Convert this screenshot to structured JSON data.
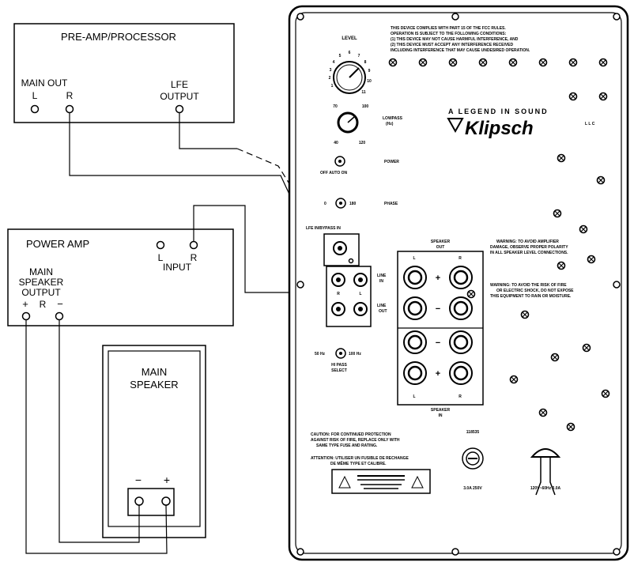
{
  "preamp": {
    "title": "PRE-AMP/PROCESSOR",
    "main_out": "MAIN OUT",
    "l": "L",
    "r": "R",
    "lfe_line1": "LFE",
    "lfe_line2": "OUTPUT"
  },
  "power_amp": {
    "title": "POWER AMP",
    "l": "L",
    "r": "R",
    "input": "INPUT",
    "speaker_out_1": "MAIN",
    "speaker_out_2": "SPEAKER",
    "speaker_out_3": "OUTPUT",
    "plus": "+",
    "r_mid": "R",
    "minus": "−"
  },
  "main_speaker": {
    "title_1": "MAIN",
    "title_2": "SPEAKER",
    "minus": "−",
    "plus": "+"
  },
  "panel": {
    "fcc_1": "THIS DEVICE COMPLIES WITH PART 15 OF THE FCC RULES.",
    "fcc_2": "OPERATION IS SUBJECT TO THE FOLLOWING CONDITIONS:",
    "fcc_3": "(1) THIS DEVICE MAY NOT CAUSE HARMFUL INTERFERENCE, AND",
    "fcc_4": "(2) THIS DEVICE MUST ACCEPT ANY INTERFERENCE RECEIVED",
    "fcc_5": "INCLUDING INTERFERENCE THAT MAY CAUSE UNDESIRED OPERATION.",
    "level": "LEVEL",
    "dial_numbers": [
      "1",
      "2",
      "3",
      "4",
      "5",
      "6",
      "7",
      "8",
      "9",
      "10",
      "11"
    ],
    "lowpass_70": "70",
    "lowpass_100": "100",
    "lowpass_40": "40",
    "lowpass_120": "120",
    "lowpass_1": "LOWPASS",
    "lowpass_2": "(Hz)",
    "tagline": "A LEGEND IN SOUND",
    "brand": "Klipsch",
    "brand_llc": "L L C",
    "power": "POWER",
    "power_modes": "OFF  AUTO  ON",
    "phase_0": "0",
    "phase_180": "180",
    "phase": "PHASE",
    "lfe_in": "LFE IN/BYPASS IN",
    "line_in_1": "LINE",
    "line_in_2": "IN",
    "line_out_1": "LINE",
    "line_out_2": "OUT",
    "r": "R",
    "l": "L",
    "speaker_out_1": "SPEAKER",
    "speaker_out_2": "OUT",
    "spk_l": "L",
    "spk_r": "R",
    "spk_plus": "+",
    "spk_minus": "−",
    "speaker_in_1": "SPEAKER",
    "speaker_in_2": "IN",
    "warn1_1": "WARNING: TO AVOID AMPLIFIER",
    "warn1_2": "DAMAGE, OBSERVE PROPER POLARITY",
    "warn1_3": "IN ALL SPEAKER LEVEL CONNECTIONS.",
    "warn2_1": "WARNING: TO AVOID THE RISK OF FIRE",
    "warn2_2": "OR ELECTRIC SHOCK, DO NOT EXPOSE",
    "warn2_3": "THIS EQUIPMENT TO RAIN OR MOISTURE.",
    "hipass_50": "50 Hz",
    "hipass_100": "100 Hz",
    "hipass_1": "HI PASS",
    "hipass_2": "SELECT",
    "caution_1": "CAUTION: FOR CONTINUED PROTECTION",
    "caution_2": "AGAINST RISK OF FIRE, REPLACE ONLY WITH",
    "caution_3": "SAME TYPE FUSE AND RATING.",
    "attention_1": "ATTENTION: UTILISER UN FUSIBLE DE RECHANGE",
    "attention_2": "DE MÊME TYPE ET CALIBRE.",
    "model": "118535",
    "fuse": "3.0A  250V",
    "power_rating": "120V~60Hz  3.0A"
  }
}
